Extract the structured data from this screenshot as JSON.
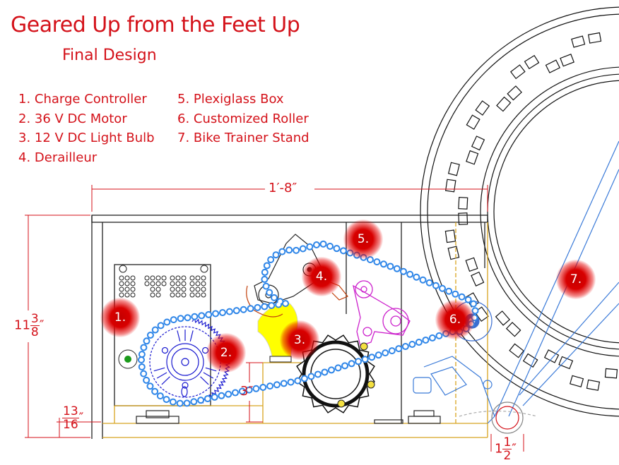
{
  "header": {
    "title": "Geared Up from the Feet Up",
    "subtitle": "Final Design"
  },
  "legend": {
    "col1": [
      "1. Charge Controller",
      "2. 36 V DC Motor",
      "3. 12 V DC Light Bulb",
      "4. Derailleur"
    ],
    "col2": [
      "5. Plexiglass Box",
      "6. Customized Roller",
      "7. Bike Trainer Stand"
    ]
  },
  "markers": [
    "1.",
    "2.",
    "3.",
    "4.",
    "5.",
    "6.",
    "7."
  ],
  "dimensions": {
    "width": "1′-8″",
    "height_whole": "11",
    "height_num": "3",
    "height_den": "8",
    "height_unit": "″",
    "motor_height": "3″",
    "base_num": "13",
    "base_den": "16",
    "base_unit": "″",
    "roller_whole": "1",
    "roller_num": "1",
    "roller_den": "2",
    "roller_unit": "″"
  },
  "colors": {
    "label_red": "#d4121a",
    "chain_blue": "#3a8ee6",
    "motor_blue": "#1a1ad0",
    "derailleur_magenta": "#cc22cc",
    "bulb_yellow": "#ffff00",
    "frame_gold": "#d8a520"
  }
}
